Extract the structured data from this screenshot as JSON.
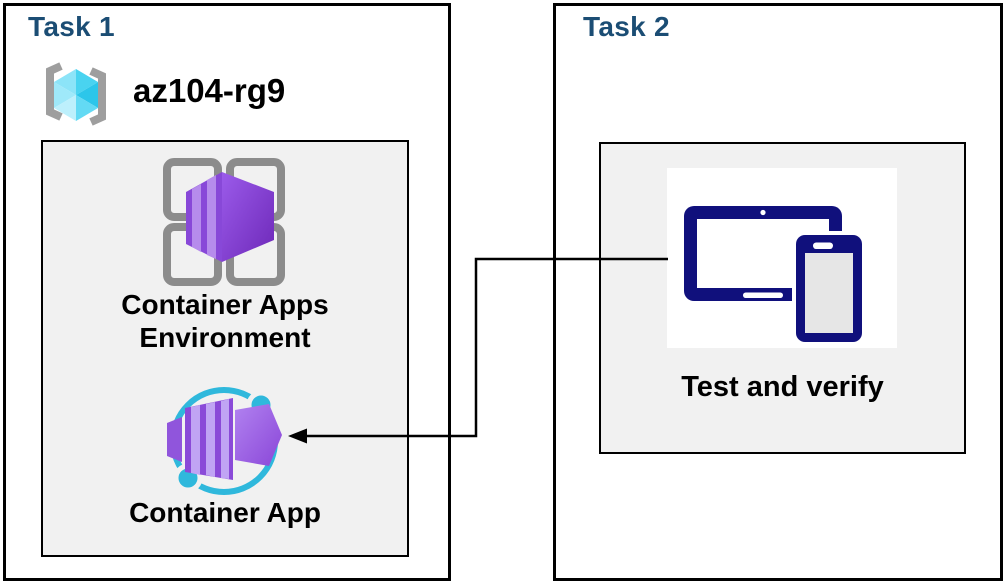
{
  "task1": {
    "title": "Task 1",
    "resource_group": {
      "name": "az104-rg9"
    },
    "environment_label": "Container Apps Environment",
    "app_label": "Container App"
  },
  "task2": {
    "title": "Task 2",
    "verify_label": "Test and verify"
  },
  "icons": {
    "resource_group": "resource-group-icon",
    "environment": "container-apps-environment-icon",
    "container_app": "container-app-icon",
    "devices": "tablet-and-phone-icon"
  },
  "colors": {
    "task_title": "#1B4D74",
    "panel_border": "#000000",
    "group_background": "#F1F1F1",
    "device_navy": "#10107C",
    "container_purple": "#8A4AD8",
    "container_purple_light": "#BA9BF2",
    "ring_cyan": "#2FB8DC",
    "cube_cyan": "#55D7F3",
    "bracket_gray": "#9E9E9E",
    "grid_gray": "#8C8C8C",
    "arrow": "#000000"
  }
}
